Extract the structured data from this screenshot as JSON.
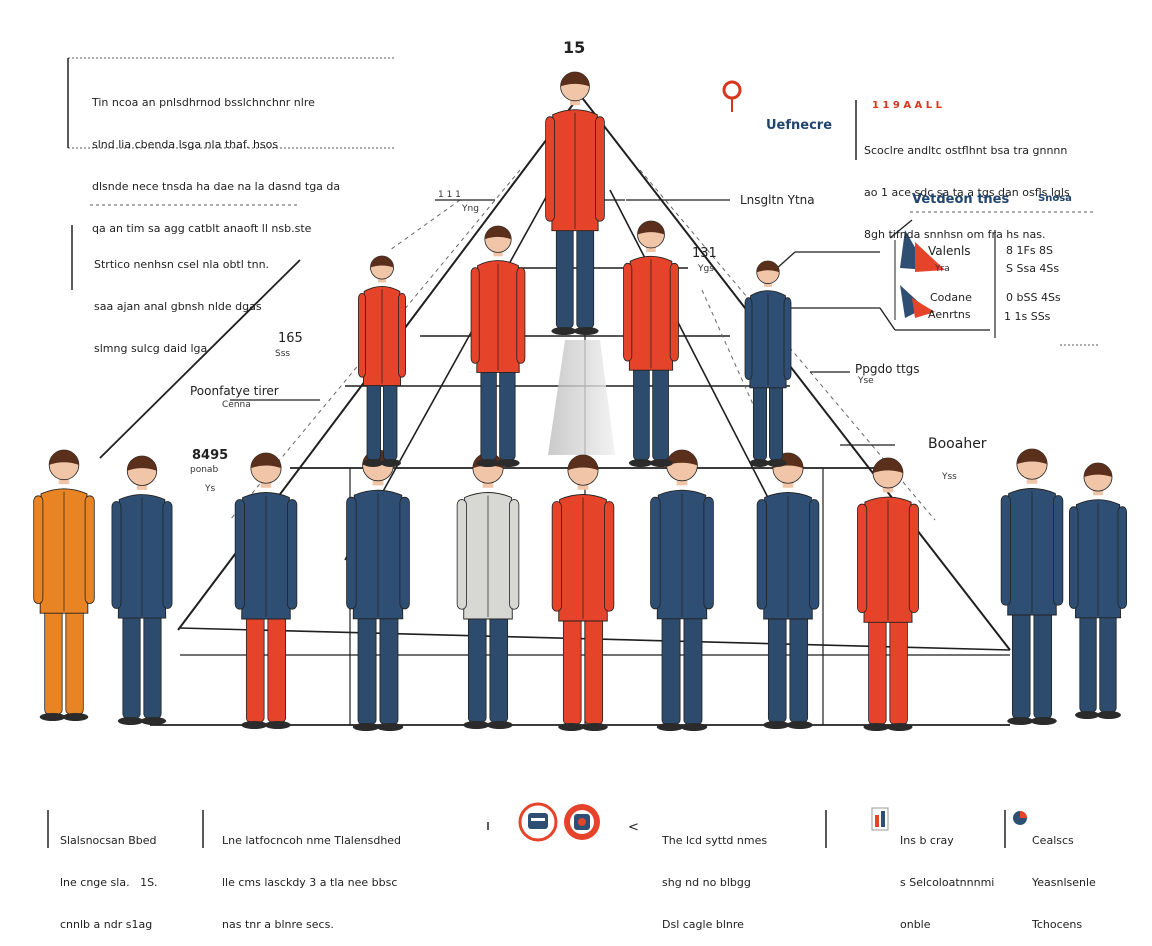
{
  "top_label": "15",
  "left_note": {
    "lines": [
      "Tin ncoa an pnlsdhrnod bsslchnchnr nlre",
      "slnd lia cbenda lsga nla thaf. hsos",
      "dlsnde nece tnsda ha dae na la dasnd tga da",
      "qa an tim sa agg catblt anaoft ll nsb.ste"
    ]
  },
  "mid_left_note": {
    "lines": [
      "Strtico nenhsn csel nla obtl tnn.",
      "saa ajan anal gbnsh nlde dgas",
      "slmng sulcg daid lga"
    ]
  },
  "right_header": {
    "icon": "pin-icon",
    "subtitle": "Uefnecre",
    "red_heading": "1 1 9 A A L L",
    "lines": [
      "Scoclre andltc ostflhnt bsa tra gnnnn",
      "ao 1 ace sdc sa ta a tgs dan osfls lgls",
      "8gh tifnda snnhsn om fra hs nas."
    ]
  },
  "pyramid_labels": {
    "top_tier_label": "1 1 1",
    "top_tier_sub": "Yng",
    "english_ytna": "Lnsgltn Ytna",
    "tier2_right_value": "131",
    "tier2_right_sub": "Ygs",
    "tier2_left_value": "165",
    "tier2_left_sub": "Sss",
    "tier3_left_title": "Poonfatye tirer",
    "tier3_left_sub": "Cenna",
    "tier3_right_title": "Ppgdo ttgs",
    "tier3_right_sub": "Yse",
    "tier4_left_value": "8495",
    "tier4_left_sub": "ponab",
    "tier4_left_sub2": "Ys",
    "tier4_right_title": "Booaher",
    "tier4_right_sub": "Yss"
  },
  "legend_panel": {
    "heading": "Vetdeon tnes",
    "heading_right": "Snosa",
    "rows": [
      {
        "label": "Valenls",
        "sub": "Yra",
        "value": "8 1Fs 8S",
        "sub_value": "S Ssa 4Ss"
      },
      {
        "label": "Codane",
        "sub": "Aenrtns",
        "value": "0 bSS 4Ss",
        "sub_value": "1 1s SSs"
      }
    ]
  },
  "footer": {
    "col1": [
      "Slalsnocsan Bbed",
      "lne cnge sla.   1S.",
      "cnnlb a ndr s1ag"
    ],
    "col2": [
      "Lne latfocncoh nme Tlalensdhed",
      "lle cms lasckdy 3 a tla nee bbsc",
      "nas tnr a blnre secs."
    ],
    "col3": [
      "The lcd syttd nmes",
      "shg nd no blbgg",
      "Dsl cagle blnre"
    ],
    "col4": [
      "Ins b cray",
      "s Selcoloatnnnmi",
      "onble"
    ],
    "col5": [
      "Cealscs",
      "Yeasnlsenle",
      "Tchocens"
    ],
    "caret": "<"
  },
  "colors": {
    "orange_red": "#e5432a",
    "orange": "#e98424",
    "navy": "#2e4f73",
    "pants_blue": "#2d4b6d",
    "grey_jacket": "#d7d7d4",
    "line": "#1f1f1f",
    "blue_text": "#21456e"
  }
}
